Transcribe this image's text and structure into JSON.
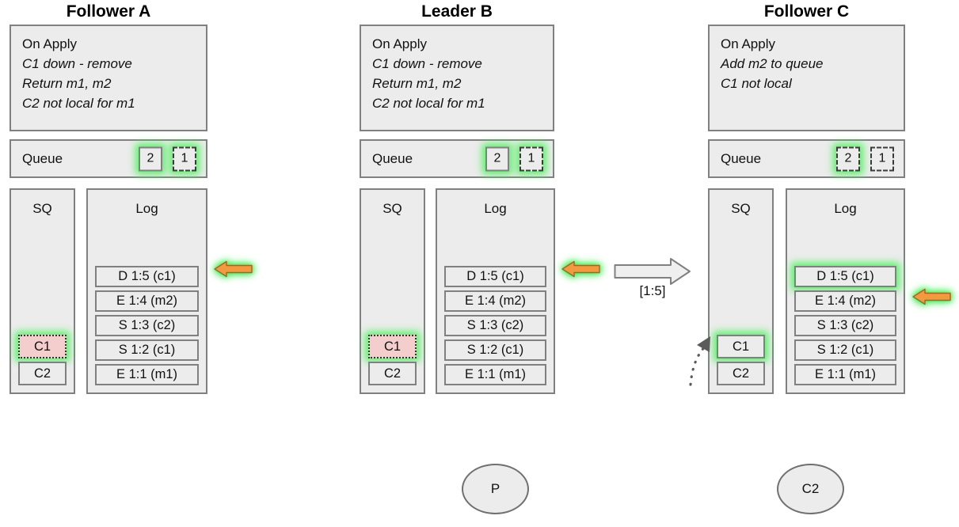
{
  "diagram": {
    "transfer": {
      "label": "[1:5]",
      "arrow_icon": "hollow-right-arrow-icon"
    },
    "accent_green": "#5bf06a",
    "accent_orange": "#f0973c",
    "pink": "#f4cdcd",
    "panel_bg": "#ececec",
    "border": "#808080"
  },
  "nodes": [
    {
      "id": "follower-a",
      "title": "Follower A",
      "apply": {
        "heading": "On Apply",
        "lines": [
          "C1 down - remove",
          "Return m1, m2",
          "C2 not local for m1"
        ]
      },
      "queue": {
        "label": "Queue",
        "cells": [
          {
            "value": "2",
            "style": "solid",
            "glow": true
          },
          {
            "value": "1",
            "style": "dashed",
            "glow": true
          }
        ]
      },
      "sq": {
        "title": "SQ",
        "items": [
          {
            "value": "C1",
            "style": "pink",
            "glow": true
          },
          {
            "value": "C2",
            "style": "solid",
            "glow": false
          }
        ]
      },
      "log": {
        "title": "Log",
        "entries": [
          {
            "value": "D 1:5 (c1)",
            "glow": false
          },
          {
            "value": "E 1:4 (m2)",
            "glow": false
          },
          {
            "value": "S 1:3 (c2)",
            "glow": false
          },
          {
            "value": "S 1:2 (c1)",
            "glow": false
          },
          {
            "value": "E 1:1 (m1)",
            "glow": false
          }
        ]
      },
      "pointer": {
        "icon": "orange-left-arrow-icon",
        "target": "D 1:5 (c1)"
      }
    },
    {
      "id": "leader-b",
      "title": "Leader B",
      "apply": {
        "heading": "On Apply",
        "lines": [
          "C1 down - remove",
          "Return m1, m2",
          "C2 not local for m1"
        ]
      },
      "queue": {
        "label": "Queue",
        "cells": [
          {
            "value": "2",
            "style": "solid",
            "glow": true
          },
          {
            "value": "1",
            "style": "dashed",
            "glow": true
          }
        ]
      },
      "sq": {
        "title": "SQ",
        "items": [
          {
            "value": "C1",
            "style": "pink",
            "glow": true
          },
          {
            "value": "C2",
            "style": "solid",
            "glow": false
          }
        ]
      },
      "log": {
        "title": "Log",
        "entries": [
          {
            "value": "D 1:5 (c1)",
            "glow": false
          },
          {
            "value": "E 1:4 (m2)",
            "glow": false
          },
          {
            "value": "S 1:3 (c2)",
            "glow": false
          },
          {
            "value": "S 1:2 (c1)",
            "glow": false
          },
          {
            "value": "E 1:1 (m1)",
            "glow": false
          }
        ]
      },
      "pointer": {
        "icon": "orange-left-arrow-icon",
        "target": "D 1:5 (c1)"
      }
    },
    {
      "id": "follower-c",
      "title": "Follower C",
      "apply": {
        "heading": "On Apply",
        "lines": [
          "Add m2 to queue",
          "C1 not local"
        ]
      },
      "queue": {
        "label": "Queue",
        "cells": [
          {
            "value": "2",
            "style": "dashed",
            "glow": true
          },
          {
            "value": "1",
            "style": "dashed",
            "glow": false
          }
        ]
      },
      "sq": {
        "title": "SQ",
        "items": [
          {
            "value": "C1",
            "style": "solid",
            "glow": true
          },
          {
            "value": "C2",
            "style": "solid",
            "glow": false
          }
        ]
      },
      "log": {
        "title": "Log",
        "entries": [
          {
            "value": "D 1:5 (c1)",
            "glow": true
          },
          {
            "value": "E 1:4 (m2)",
            "glow": false
          },
          {
            "value": "S 1:3 (c2)",
            "glow": false
          },
          {
            "value": "S 1:2 (c1)",
            "glow": false
          },
          {
            "value": "E 1:1 (m1)",
            "glow": false
          }
        ]
      },
      "pointer": {
        "icon": "orange-left-arrow-icon",
        "target": "E 1:4 (m2)"
      }
    }
  ],
  "clients": [
    {
      "id": "client-p",
      "label": "P"
    },
    {
      "id": "client-c2",
      "label": "C2"
    }
  ]
}
